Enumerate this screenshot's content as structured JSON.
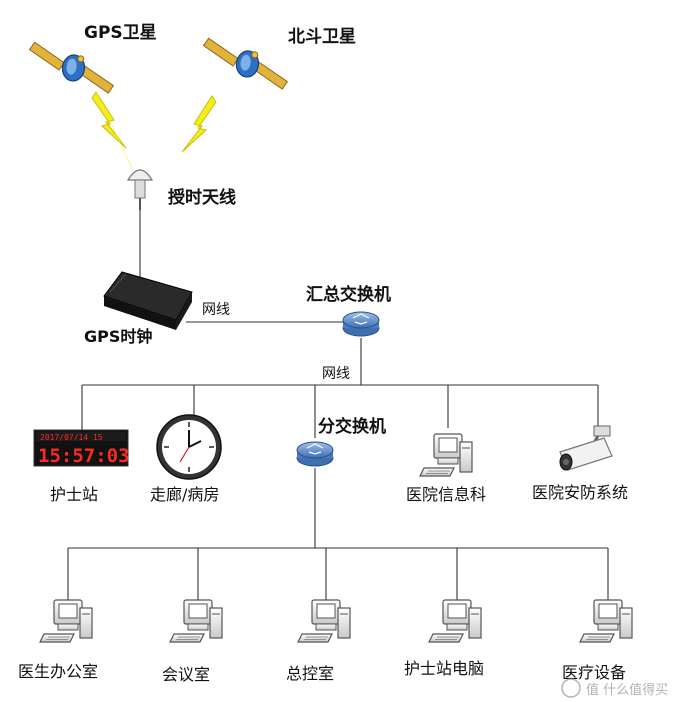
{
  "satellites": {
    "gps": "GPS卫星",
    "beidou": "北斗卫星"
  },
  "antenna": {
    "label": "授时天线"
  },
  "clock": {
    "label": "GPS时钟"
  },
  "links": {
    "cable_1": "网线",
    "cable_2": "网线"
  },
  "switches": {
    "main": "汇总交换机",
    "sub": "分交换机"
  },
  "level2": {
    "nurse_station": "护士站",
    "led_display": "2017/07/14 15",
    "led_time": "15:57:03",
    "corridor": "走廊/病房",
    "info_dept": "医院信息科",
    "security": "医院安防系统"
  },
  "level3": {
    "doctor_office": "医生办公室",
    "meeting_room": "会议室",
    "control_room": "总控室",
    "nurse_pc": "护士站电脑",
    "medical_device": "医疗设备"
  },
  "watermark": "值 什么值得买",
  "colors": {
    "lightning": "#f2ee1c",
    "satellite_body": "#2d6fc2",
    "panel": "#e3b23c",
    "switch_blue": "#6a98cf",
    "led": "#ff2a1f"
  }
}
